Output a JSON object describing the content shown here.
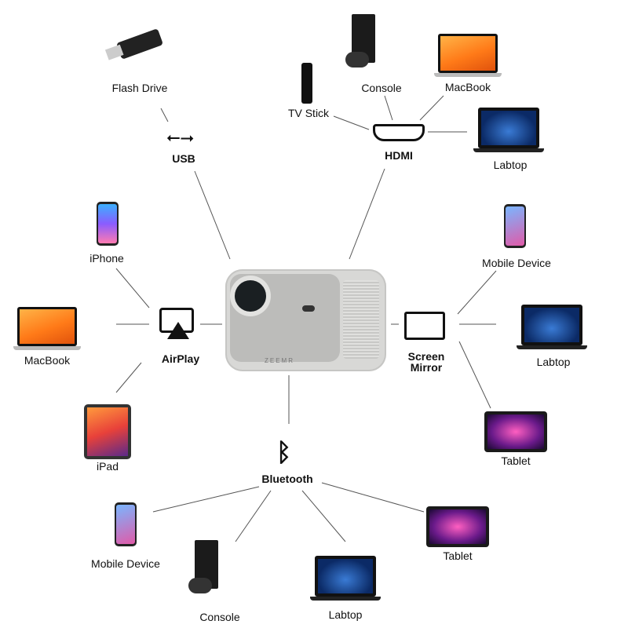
{
  "projector": {
    "brand": "ZEEMR"
  },
  "hubs": {
    "usb": "USB",
    "hdmi": "HDMI",
    "airplay": "AirPlay",
    "screen_mirror": [
      "Screen",
      "Mirror"
    ],
    "bluetooth": "Bluetooth"
  },
  "devices": {
    "usb": [
      "Flash Drive"
    ],
    "hdmi": [
      "TV Stick",
      "Console",
      "MacBook",
      "Labtop"
    ],
    "airplay": [
      "iPhone",
      "MacBook",
      "iPad"
    ],
    "screen_mirror": [
      "Mobile Device",
      "Labtop",
      "Tablet"
    ],
    "bluetooth": [
      "Mobile Device",
      "Console",
      "Labtop",
      "Tablet"
    ]
  }
}
